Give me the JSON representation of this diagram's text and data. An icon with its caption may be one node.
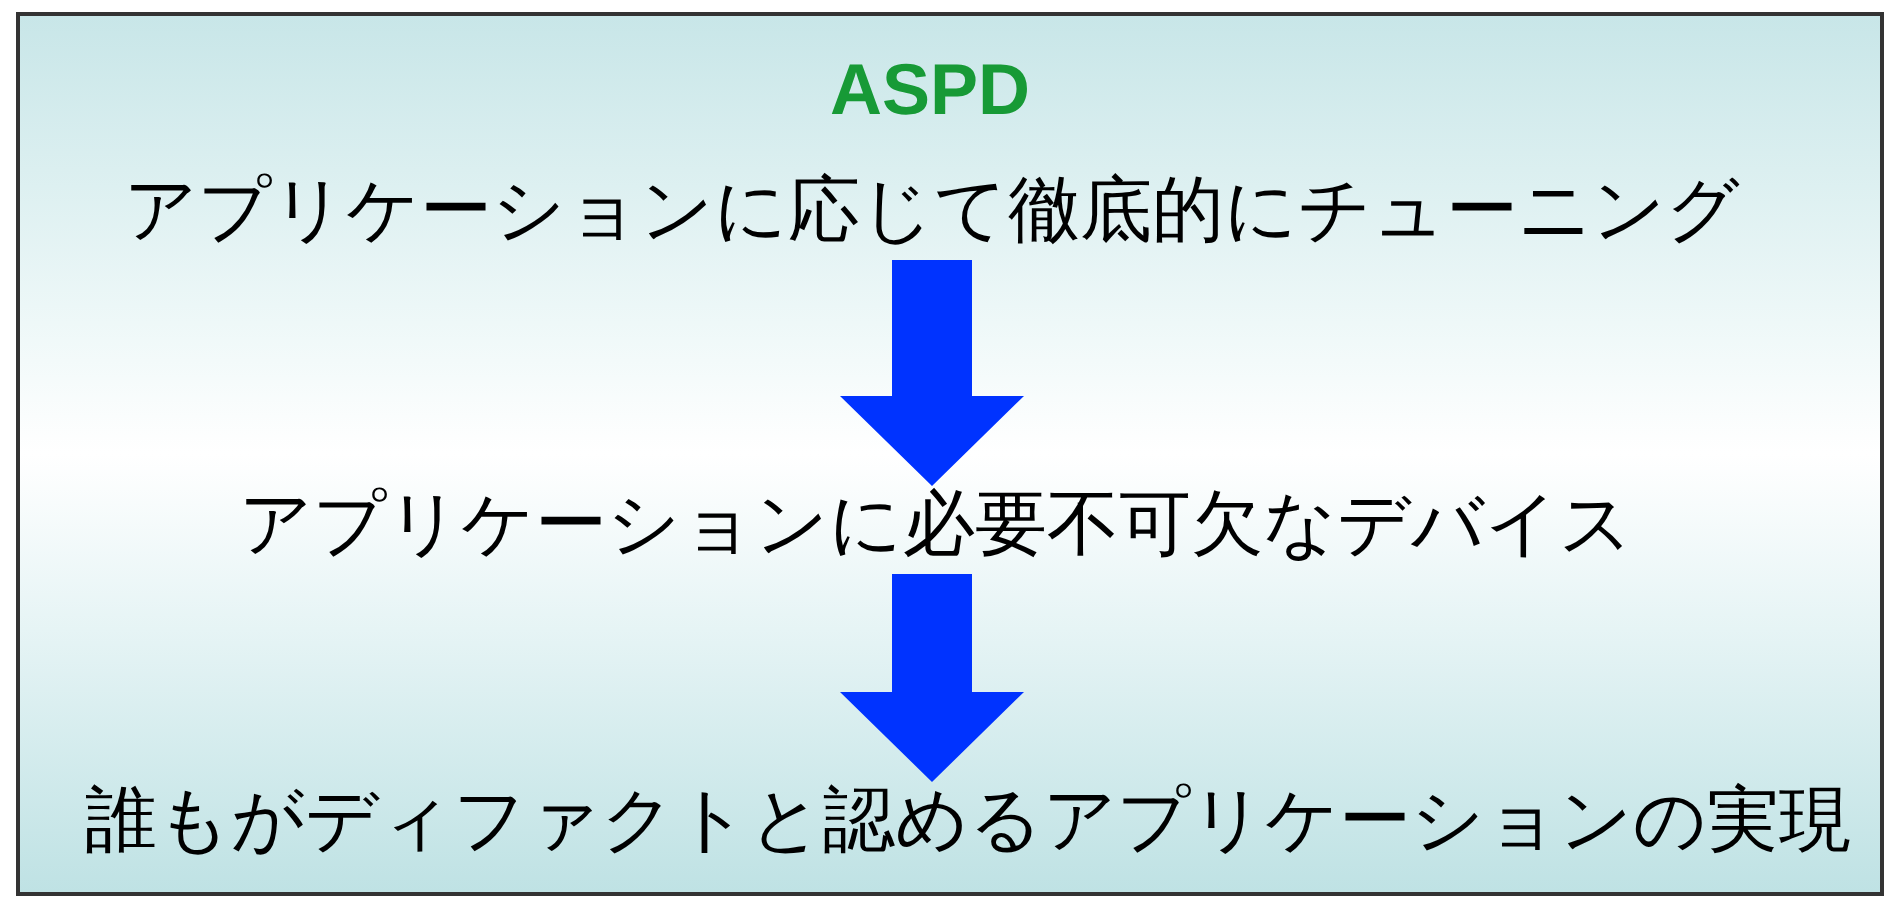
{
  "diagram": {
    "nodes": [
      {
        "text": [
          "ASPD"
        ]
      },
      {
        "text": [
          "アプリケーションに応じて徹底的にチューニング"
        ],
        "in": 0
      },
      {
        "text": [
          "アプリケーションに必要不可欠なデバイス"
        ],
        "in": 0
      },
      {
        "text": [
          "誰もがディファクトと認めるアプリケーションの実現"
        ],
        "in": 0
      }
    ],
    "edges": [
      {
        "from": 1,
        "to": 2,
        "arrow": "to",
        "color": "#0033ff"
      },
      {
        "from": 2,
        "to": 3,
        "arrow": "to",
        "color": "#0033ff"
      }
    ]
  }
}
